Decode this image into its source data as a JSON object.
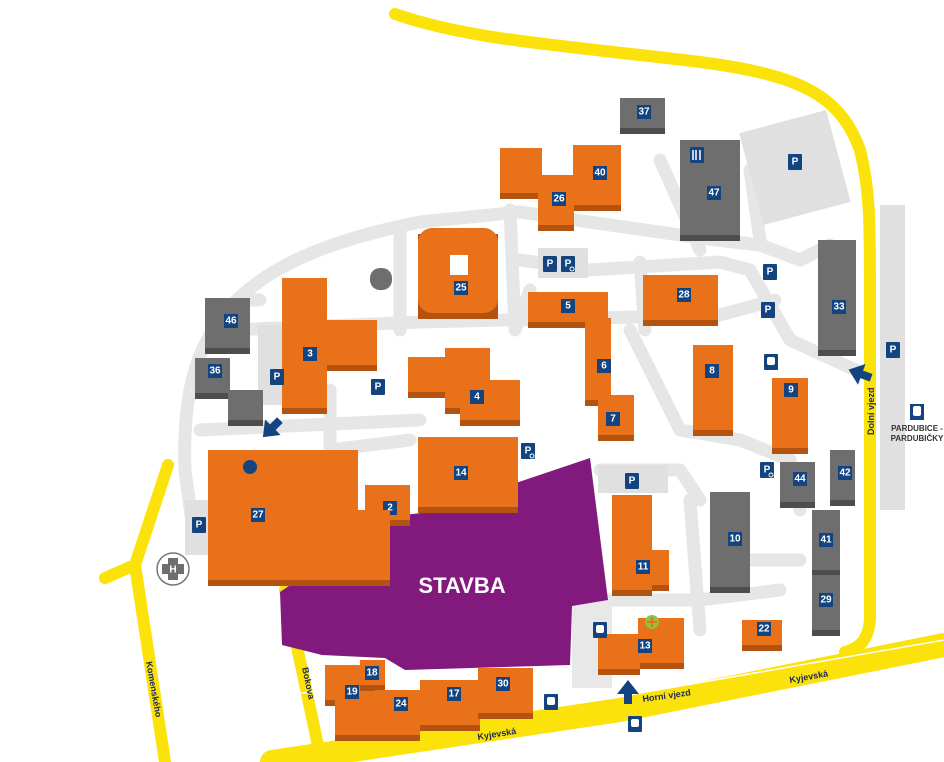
{
  "map": {
    "construction_label": "STAVBA",
    "colors": {
      "building": "#e8711a",
      "building_side": "#b4520f",
      "building_gray": "#6e6e6e",
      "gray_side": "#4d4d4d",
      "construction": "#821a7e",
      "main_road": "#fbe20a",
      "path": "#e6e6e6",
      "icon_blue": "#13447f"
    },
    "buildings": [
      {
        "label": "37",
        "kind": "gray"
      },
      {
        "label": "40",
        "kind": "orange"
      },
      {
        "label": "26",
        "kind": "orange"
      },
      {
        "label": "47",
        "kind": "gray"
      },
      {
        "label": "25",
        "kind": "orange"
      },
      {
        "label": "28",
        "kind": "orange"
      },
      {
        "label": "5",
        "kind": "orange"
      },
      {
        "label": "6",
        "kind": "orange"
      },
      {
        "label": "7",
        "kind": "orange"
      },
      {
        "label": "8",
        "kind": "orange"
      },
      {
        "label": "9",
        "kind": "orange"
      },
      {
        "label": "33",
        "kind": "gray"
      },
      {
        "label": "46",
        "kind": "gray"
      },
      {
        "label": "3",
        "kind": "orange"
      },
      {
        "label": "36",
        "kind": "gray"
      },
      {
        "label": "4",
        "kind": "orange"
      },
      {
        "label": "14",
        "kind": "orange"
      },
      {
        "label": "2",
        "kind": "orange"
      },
      {
        "label": "27",
        "kind": "orange"
      },
      {
        "label": "44",
        "kind": "gray"
      },
      {
        "label": "42",
        "kind": "gray"
      },
      {
        "label": "10",
        "kind": "gray"
      },
      {
        "label": "41",
        "kind": "gray"
      },
      {
        "label": "29",
        "kind": "gray"
      },
      {
        "label": "11",
        "kind": "orange"
      },
      {
        "label": "22",
        "kind": "orange"
      },
      {
        "label": "13",
        "kind": "orange"
      },
      {
        "label": "19",
        "kind": "orange"
      },
      {
        "label": "18",
        "kind": "orange"
      },
      {
        "label": "24",
        "kind": "orange"
      },
      {
        "label": "17",
        "kind": "orange"
      },
      {
        "label": "30",
        "kind": "orange"
      }
    ],
    "parking_label": "P",
    "streets": {
      "kyjevska": "Kyjevská",
      "horni_vjezd": "Horní vjezd",
      "dolni_vjezd": "Dolní vjezd",
      "bokova": "Bokova",
      "komenskeho": "Komenského"
    },
    "train_stop_label": [
      "PARDUBICE -",
      "PARDUBIČKY"
    ],
    "hospital_icon_letter": "H"
  }
}
